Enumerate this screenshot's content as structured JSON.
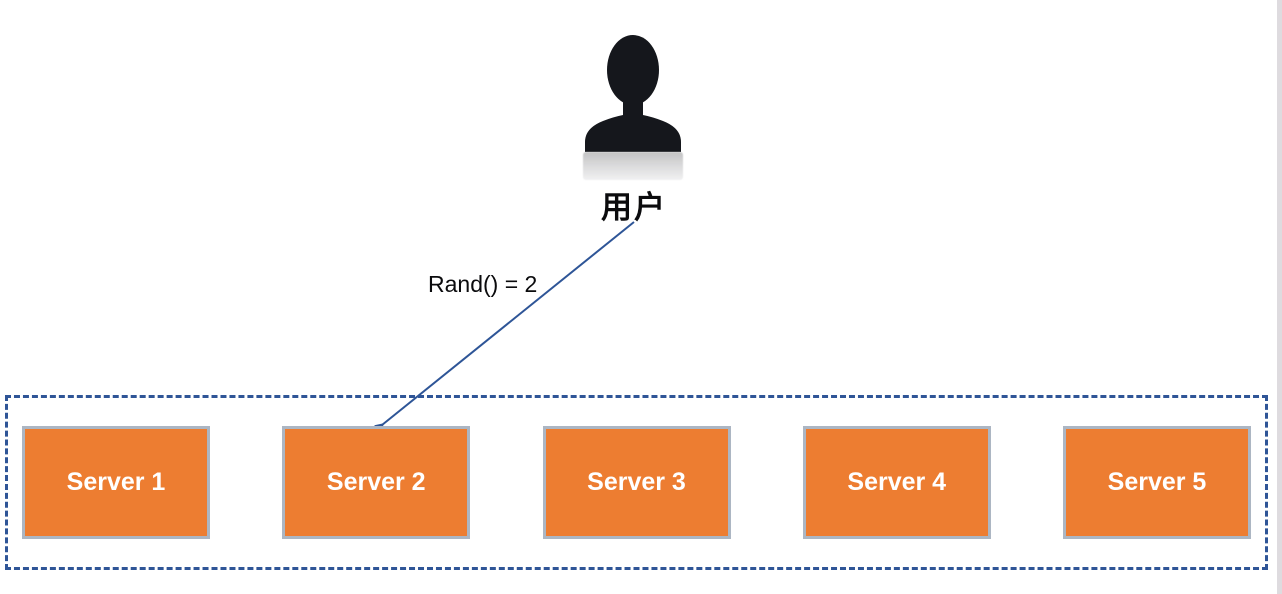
{
  "user": {
    "label": "用户"
  },
  "arrow": {
    "label": "Rand() = 2"
  },
  "servers": [
    {
      "label": "Server 1"
    },
    {
      "label": "Server 2"
    },
    {
      "label": "Server 3"
    },
    {
      "label": "Server 4"
    },
    {
      "label": "Server 5"
    }
  ],
  "colors": {
    "server_fill": "#ED7D31",
    "server_border": "#ACB6C3",
    "server_text": "#FFFFFF",
    "line_blue": "#2E5597",
    "pool_border": "#2F5597",
    "icon_black": "#15171c",
    "edge_gray": "#DEDBDF"
  }
}
